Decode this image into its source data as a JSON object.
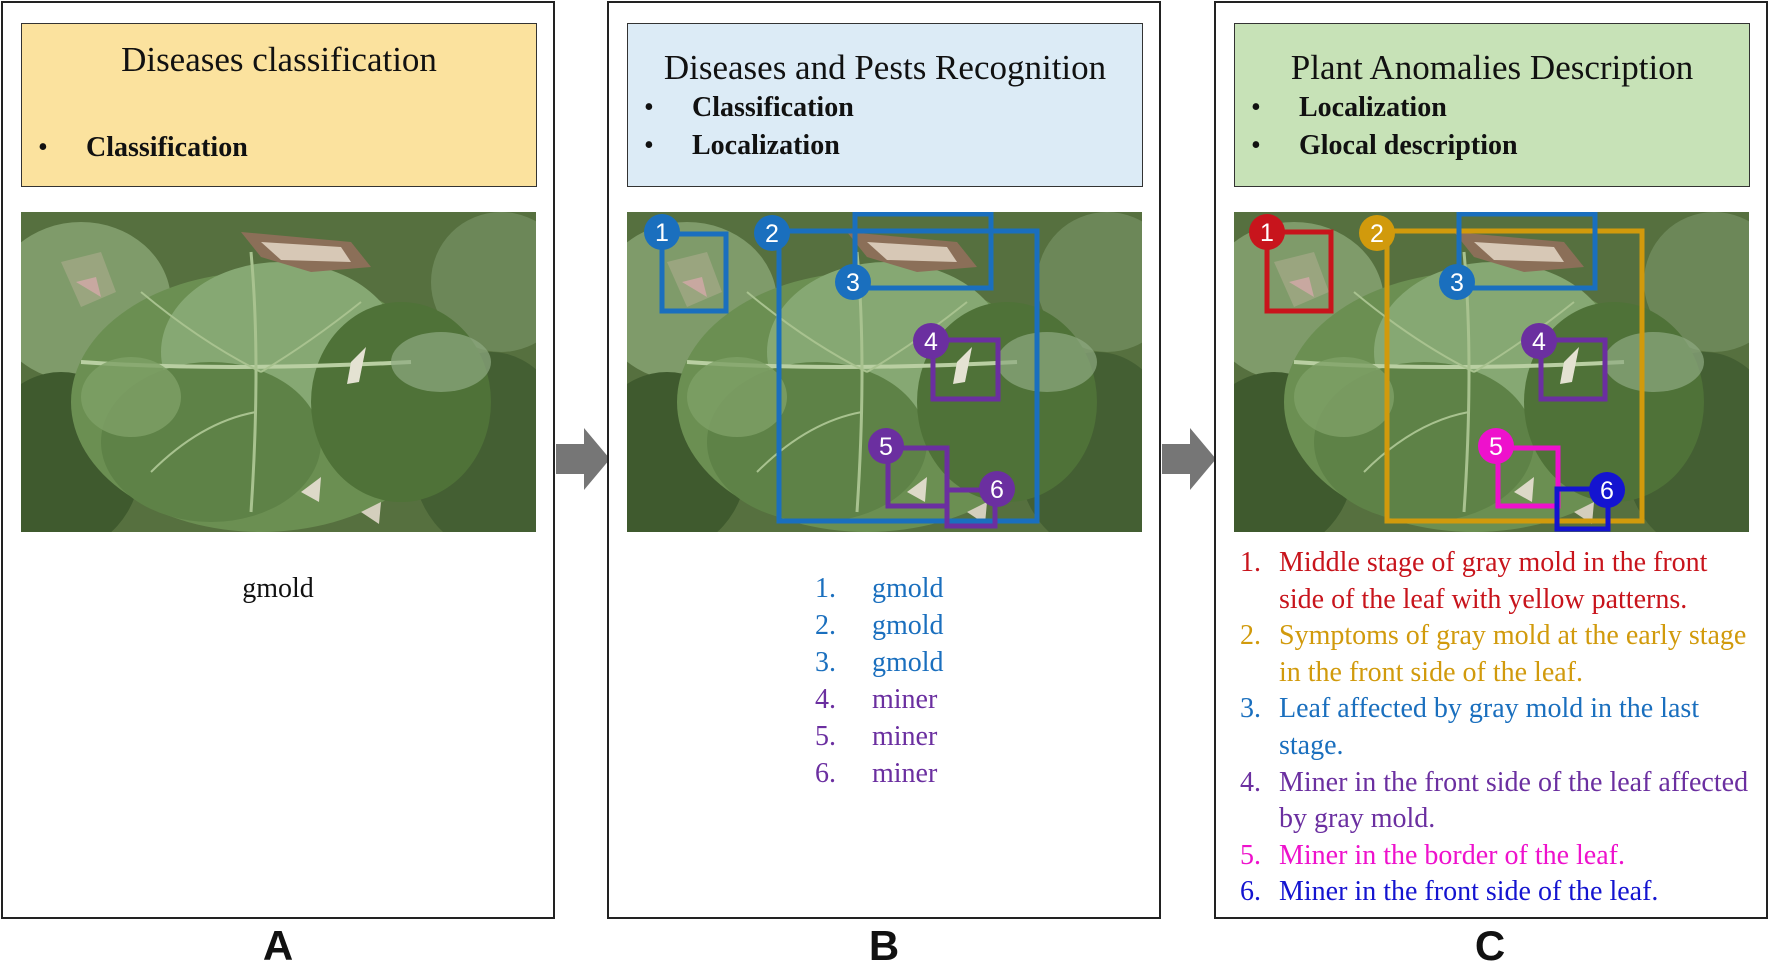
{
  "colors": {
    "panelA_header": "#fbe29e",
    "panelB_header": "#dcebf6",
    "panelC_header": "#c7e2b7",
    "blue": "#1a6fbe",
    "purple": "#6b2fa0",
    "red": "#c8141c",
    "gold": "#d19a0c",
    "magenta": "#ee11cc",
    "darkblue": "#1414d0"
  },
  "panelA": {
    "title": "Diseases classification",
    "bullets": [
      "Classification"
    ],
    "result": "gmold",
    "label": "A"
  },
  "panelB": {
    "title": "Diseases and Pests Recognition",
    "bullets": [
      "Classification",
      "Localization"
    ],
    "boxes": [
      {
        "num": "1",
        "color": "blue"
      },
      {
        "num": "2",
        "color": "blue"
      },
      {
        "num": "3",
        "color": "blue"
      },
      {
        "num": "4",
        "color": "purple"
      },
      {
        "num": "5",
        "color": "purple"
      },
      {
        "num": "6",
        "color": "purple"
      }
    ],
    "list": [
      {
        "num": "1.",
        "text": "gmold",
        "color": "blue"
      },
      {
        "num": "2.",
        "text": "gmold",
        "color": "blue"
      },
      {
        "num": "3.",
        "text": "gmold",
        "color": "blue"
      },
      {
        "num": "4.",
        "text": "miner",
        "color": "purple"
      },
      {
        "num": "5.",
        "text": "miner",
        "color": "purple"
      },
      {
        "num": "6.",
        "text": "miner",
        "color": "purple"
      }
    ],
    "label": "B"
  },
  "panelC": {
    "title": "Plant Anomalies Description",
    "bullets": [
      "Localization",
      "Glocal description"
    ],
    "boxes": [
      {
        "num": "1",
        "color": "red"
      },
      {
        "num": "2",
        "color": "gold"
      },
      {
        "num": "3",
        "color": "blue"
      },
      {
        "num": "4",
        "color": "purple"
      },
      {
        "num": "5",
        "color": "magenta"
      },
      {
        "num": "6",
        "color": "darkblue"
      }
    ],
    "descriptions": [
      {
        "num": "1.",
        "text": "Middle stage of gray mold in the front side of the leaf with yellow patterns.",
        "color": "red"
      },
      {
        "num": "2.",
        "text": "Symptoms of gray mold at the early stage in the front side of the leaf.",
        "color": "gold"
      },
      {
        "num": "3.",
        "text": "Leaf affected by gray mold in the last stage.",
        "color": "blue"
      },
      {
        "num": "4.",
        "text": "Miner in the front side of the leaf affected by gray mold.",
        "color": "purple"
      },
      {
        "num": "5.",
        "text": "Miner in the border of the leaf.",
        "color": "magenta"
      },
      {
        "num": "6.",
        "text": "Miner in the front side of the leaf.",
        "color": "darkblue"
      }
    ],
    "label": "C"
  }
}
